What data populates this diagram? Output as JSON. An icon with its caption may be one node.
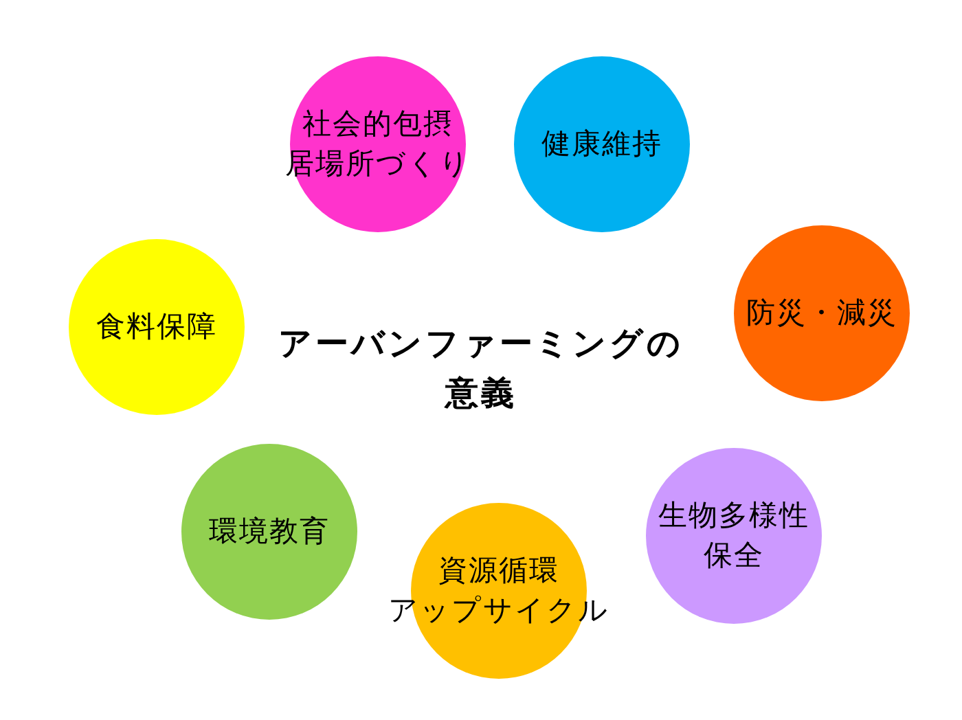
{
  "diagram": {
    "title": "アーバンファーミングの意義",
    "nodes": [
      {
        "text": [
          "社会的包摂居場所づくり"
        ]
      },
      {
        "text": [
          "健康維持"
        ]
      },
      {
        "text": [
          "防災・減災"
        ]
      },
      {
        "text": [
          "生物多様性保全"
        ]
      },
      {
        "text": [
          "資源循環アップサイクル"
        ]
      },
      {
        "text": [
          "環境教育"
        ]
      },
      {
        "text": [
          "食料保障"
        ]
      }
    ]
  }
}
